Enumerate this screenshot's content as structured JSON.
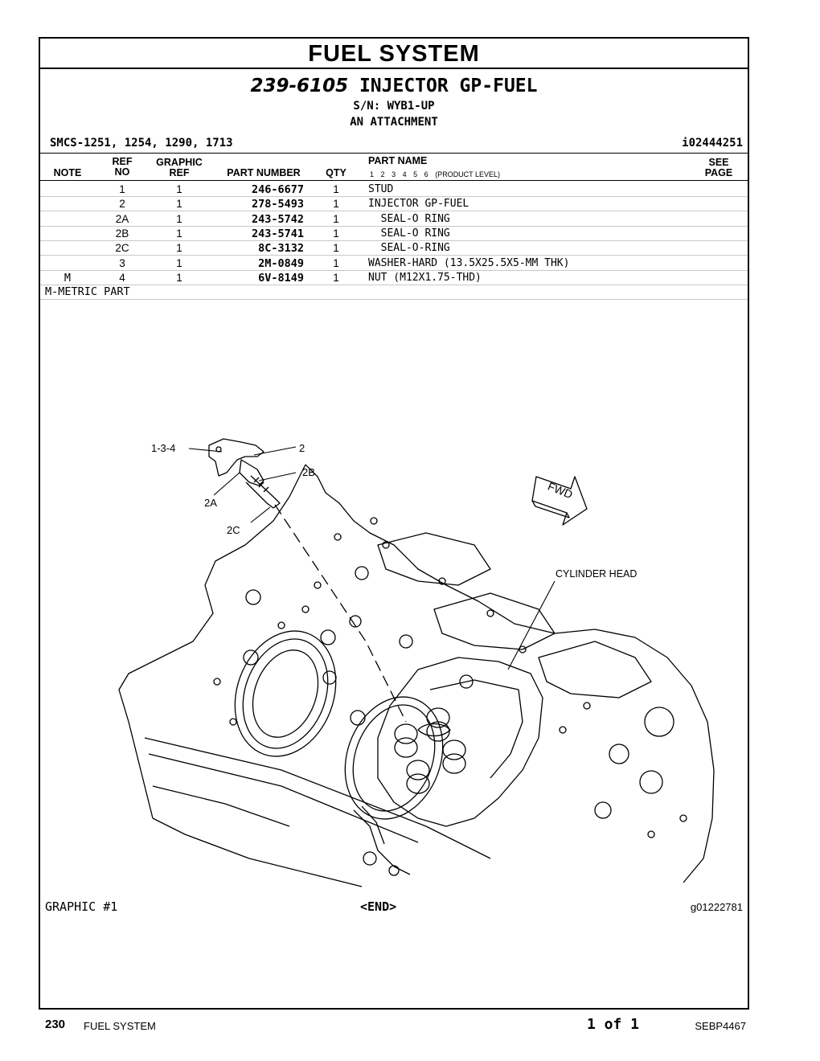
{
  "header": {
    "section_title": "FUEL SYSTEM",
    "group_number": "239-6105",
    "group_name": "INJECTOR GP-FUEL",
    "serial": "S/N: WYB1-UP",
    "attachment": "AN ATTACHMENT",
    "smcs": "SMCS-1251, 1254, 1290, 1713",
    "illustration_id": "i02444251"
  },
  "table": {
    "headers": {
      "note": "NOTE",
      "ref_no": "REF\nNO",
      "graphic_ref": "GRAPHIC\nREF",
      "part_number": "PART NUMBER",
      "qty": "QTY",
      "part_name": "PART NAME",
      "levels": [
        "1",
        "2",
        "3",
        "4",
        "5",
        "6"
      ],
      "product_level": "(PRODUCT LEVEL)",
      "see_page": "SEE\nPAGE"
    },
    "rows": [
      {
        "note": "",
        "ref_no": "1",
        "graphic_ref": "1",
        "part_number": "246-6677",
        "qty": "1",
        "part_name": "STUD"
      },
      {
        "note": "",
        "ref_no": "2",
        "graphic_ref": "1",
        "part_number": "278-5493",
        "qty": "1",
        "part_name": "INJECTOR GP-FUEL"
      },
      {
        "note": "",
        "ref_no": "2A",
        "graphic_ref": "1",
        "part_number": "243-5742",
        "qty": "1",
        "part_name": "  SEAL-O RING"
      },
      {
        "note": "",
        "ref_no": "2B",
        "graphic_ref": "1",
        "part_number": "243-5741",
        "qty": "1",
        "part_name": "  SEAL-O RING"
      },
      {
        "note": "",
        "ref_no": "2C",
        "graphic_ref": "1",
        "part_number": "8C-3132",
        "qty": "1",
        "part_name": "  SEAL-O-RING"
      },
      {
        "note": "",
        "ref_no": "3",
        "graphic_ref": "1",
        "part_number": "2M-0849",
        "qty": "1",
        "part_name": "WASHER-HARD (13.5X25.5X5-MM THK)"
      },
      {
        "note": "M",
        "ref_no": "4",
        "graphic_ref": "1",
        "part_number": "6V-8149",
        "qty": "1",
        "part_name": "NUT (M12X1.75-THD)"
      }
    ],
    "footnote": "M-METRIC PART"
  },
  "drawing": {
    "callouts": {
      "c134": "1-3-4",
      "c2": "2",
      "c2b": "2B",
      "c2a": "2A",
      "c2c": "2C",
      "fwd": "FWD",
      "cylinder_head": "CYLINDER HEAD"
    }
  },
  "graphic": {
    "label": "GRAPHIC #1",
    "end": "<END>",
    "graphic_id": "g01222781"
  },
  "footer": {
    "page_number": "230",
    "section": "FUEL SYSTEM",
    "page_of": "1 of 1",
    "publication": "SEBP4467"
  }
}
